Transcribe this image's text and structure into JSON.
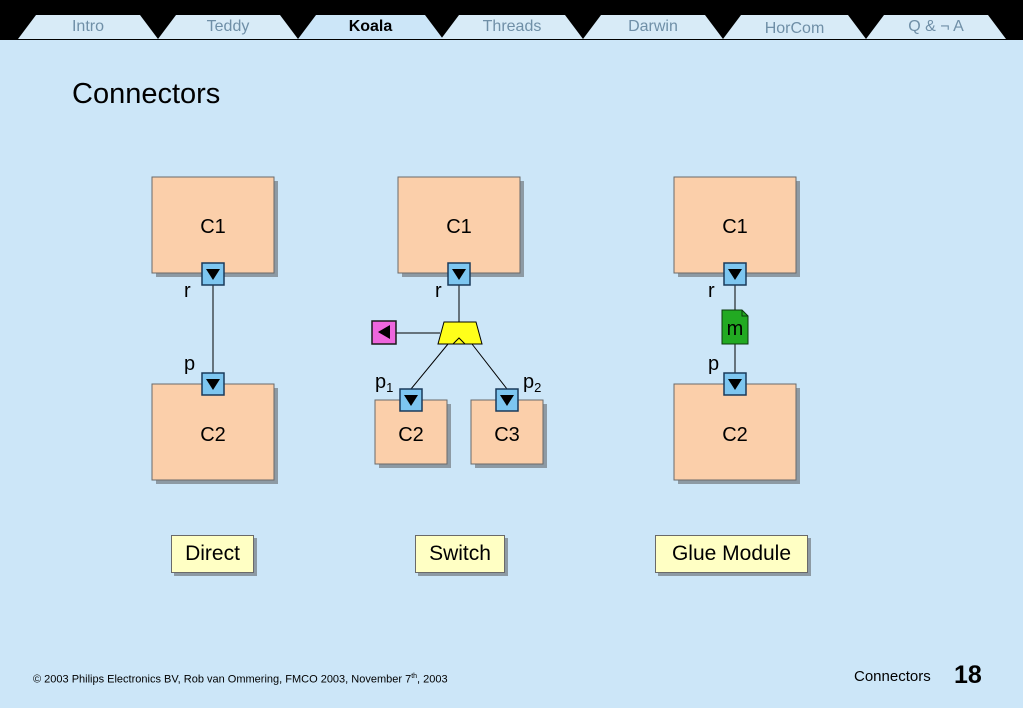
{
  "tabs": [
    {
      "label": "Intro",
      "active": false
    },
    {
      "label": "Teddy",
      "active": false
    },
    {
      "label": "Koala",
      "active": true
    },
    {
      "label": "Threads",
      "active": false
    },
    {
      "label": "Darwin",
      "active": false
    },
    {
      "label": "HorCom",
      "active": false
    },
    {
      "label": "Q & ¬ A",
      "active": false
    }
  ],
  "title": "Connectors",
  "diagrams": {
    "direct": {
      "top_box": "C1",
      "bottom_box": "C2",
      "port_r": "r",
      "port_p": "p",
      "caption": "Direct"
    },
    "switch": {
      "top_box": "C1",
      "left_box": "C2",
      "right_box": "C3",
      "port_r": "r",
      "port_p1": "p",
      "port_p1_sub": "1",
      "port_p2": "p",
      "port_p2_sub": "2",
      "caption": "Switch"
    },
    "glue": {
      "top_box": "C1",
      "bottom_box": "C2",
      "module": "m",
      "port_r": "r",
      "port_p": "p",
      "caption": "Glue Module"
    }
  },
  "colors": {
    "background": "#cce6f8",
    "component": "#fbcfaa",
    "port": "#7dc6f0",
    "switch": "#ffff1a",
    "control_port": "#ee66dd",
    "glue_module": "#22aa22",
    "caption_bg": "#ffffc4"
  },
  "footer": {
    "copyright": "© 2003 Philips Electronics BV, Rob van Ommering, FMCO 2003, November 7",
    "copyright_sup": "th",
    "copyright_end": ", 2003",
    "section": "Connectors",
    "page": "18"
  }
}
